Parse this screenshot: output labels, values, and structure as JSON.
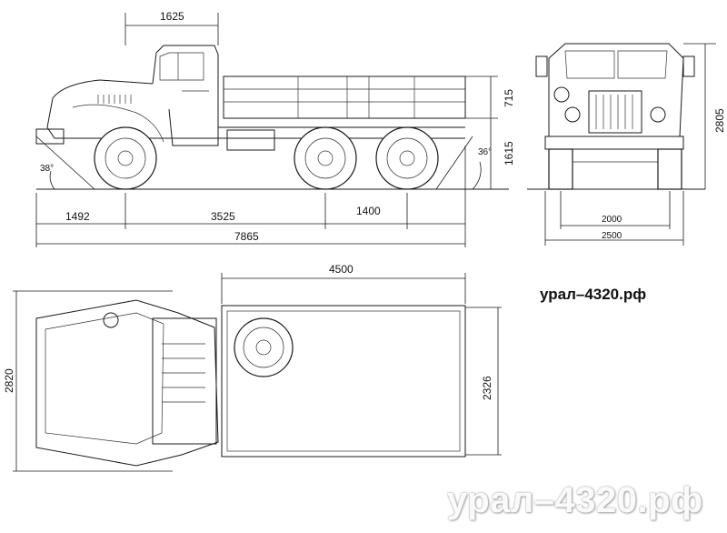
{
  "site_label": "урал–4320.рф",
  "watermark": "урал–4320.рф",
  "side_view": {
    "dim_cab": "1625",
    "dim_front_overhang": "1492",
    "dim_wheelbase": "3525",
    "dim_bogie": "1400",
    "dim_total_length": "7865",
    "dim_body_height": "715",
    "dim_frame_height": "1615",
    "angle_front": "38°",
    "angle_rear": "36°"
  },
  "front_view": {
    "dim_height": "2805",
    "dim_track": "2000",
    "dim_width": "2500"
  },
  "top_view": {
    "dim_body_length": "4500",
    "dim_width": "2820",
    "dim_body_width": "2326"
  }
}
